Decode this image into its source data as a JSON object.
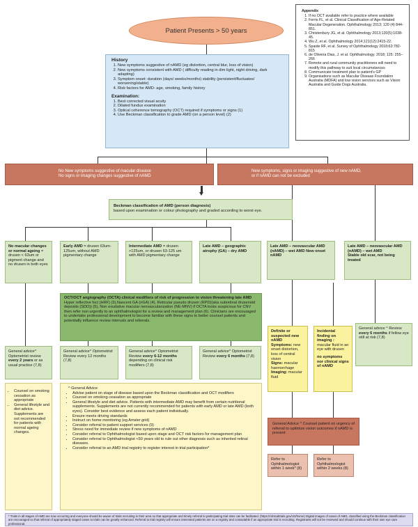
{
  "colors": {
    "orange_oval": "#f3b08c",
    "light_blue": "#d6e8f5",
    "salmon": "#c7765f",
    "light_green": "#d8e7c5",
    "green": "#8ab86c",
    "yellow": "#fbf3a0",
    "light_yellow": "#fdf6c9",
    "lavender": "#dcdaf0"
  },
  "start": {
    "label": "Patient Presents > 50 years"
  },
  "appendix": {
    "title": "Appendix",
    "items": [
      "If no OCT available refer to practice where available",
      "Ferris FL, et al. Clinical Classification of Age-Related Macular Degeneration. Ophthalmology 2013; 120 (4) 844-851.",
      "Christenbury JG, et al. Ophthalmology 2013;120(5):1038-45.",
      "Wu Z, et al. Ophthalmology 2014;121(12):2415-22.",
      "Spaide RF, et al. Survey of Ophthalmology 2018;63:782-815",
      "de Oliveira Dias, J. et al. Ophthalmology. 2018; 125: 255–266",
      "Remote and rural community practitioners will need to modify this pathway to suit local circumstances",
      "Communicate treatment plan to patient's GP",
      "Organisations such as Macular Disease Foundation Australia (MDFA) and low vision services such as Vision Australia and Guide Dogs Australia."
    ]
  },
  "history": {
    "title": "History",
    "items": [
      "New symptoms suggestive of nAMD (eg distortion, central blur, loss of vision)",
      "New symptoms consistent with AMD ( difficulty reading in dim light, night driving, dark adapting)",
      "Symptom onset: duration (days/ weeks/months) stability (persistent/fluctuates/ worsening/stable)",
      "Risk factors for AMD- age, smoking, family history"
    ],
    "exam_title": "Examination:",
    "exam_items": [
      "Best corrected visual acuity",
      "Dilated fundus examination",
      "Optical coherence tomography (OCT) required if symptoms or signs (1)",
      "Use Beckman classification to grade AMD (on a person level) (2)"
    ]
  },
  "branch_left": {
    "line1": "No New symptoms suggestive of macular disease",
    "line2": "No signs or imaging changes suggestive of nAMD"
  },
  "branch_right": {
    "line1": "New symptoms, signs or imaging suggestive of new nAMD,",
    "line2": "or if nAMD can not be excluded"
  },
  "beckman": {
    "title": "Beckman classification of AMD (person diagnosis)",
    "text": "based upon examination or colour photography and graded according to worst eye."
  },
  "stages": {
    "no_macular": {
      "title": "No macular changes or normal ageing",
      "text": " = drusen < 63um or pigment change and no drusen in both eyes"
    },
    "early": {
      "title": "Early AMD",
      "text": " = drusen 63um-125um, without AMD pigmentary change"
    },
    "intermediate": {
      "title": "Intermediate AMD",
      "text": " = drusen >125um, or drusen 63-125 um with AMD pigmentary change"
    },
    "late_ga": {
      "title": "Late AMD – geographic atrophy (GA) – dry AMD"
    },
    "late_wet_new": {
      "title": "Late AMD – neovascular AMD (nAMD) – wet AMD New onset nAMD"
    },
    "late_wet_stable": {
      "title": "Late AMD – neovascular AMD (nAMD) – wet AMD",
      "subtitle": "Stable old scar, not being treated"
    }
  },
  "octa": {
    "title": "OCT/OCT angiography (OCTA) clinical modifiers of risk of progression to vision threatening late AMD",
    "text": "Hyper reflective foci (HRF) (3),Nascent GA (nGA) (4), Reticular pseudo drusen (RPD)(aka subretinal drusenoid deposits (SDD)) (5), Non exudative macular neovascularization (NE-MNV) if OCTA looks suspicious for CNV then refer non urgently to an ophthalmologist for a review and management plan (6). Clinicians are encouraged to undertake professional development to become familiar with these signs to better counsel patients and potentially influence review intervals and referrals."
  },
  "advice_boxes": {
    "a1": {
      "pre": "General advice^ Optometrist review ",
      "bold": "every 2 years",
      "post": " or as usual practice (7,8)"
    },
    "a2": {
      "pre": "General advice^ Optometrist Review every 12 months (7,8)",
      "bold": "",
      "post": ""
    },
    "a3": {
      "pre": "General advice^ Optometrist Review ",
      "bold": "every 6-12 months",
      "post": " depending on clinical risk modifiers (7,8)"
    },
    "a4": {
      "pre": "General advice^ Optometrist Review ",
      "bold": "every 6 months",
      "post": " (7,8)"
    },
    "a5": {
      "pre": "General advice ^ Review ",
      "bold": "every 6 months",
      "post": " if fellow eye still at risk (7,8)"
    }
  },
  "counsel_list": [
    "Counsel on smoking cessation as appropriate",
    "General lifestyle and diet advice. Supplements are not recommended for patients with normal ageing changes."
  ],
  "general_advice": {
    "title": "^ General Advice",
    "items": [
      "Advise patient on stage of disease based upon the Beckman classification and OCT modifiers",
      "Counsel on smoking ceasation as appropriate",
      "General lifestyle and diet advice. Patients with intermediate AMD may benefit from certain nutritional supplements. Supplements are not currently recommended for patients with early AMD or late AMD (both eyes). Consider best evidence and assess each patient individually.",
      "Ensure meets driving standards",
      "Instruct on home monitoring (eg Amsler grid)",
      "Consider referral to patient support services (9)",
      "Stress need for immediate review if new symptoms of nAMD",
      "Consider referral to Ophthalmologist based upon stage and OCT risk factors for management plan",
      "Consider referral to Ophthalmologist <50 years old to rule out other diagnosis such as inherited retinal diseases.",
      "Consider referral to an AMD trial registry to register interest in trial participation*"
    ]
  },
  "definite": {
    "title": "Definite or suspected new nAMD",
    "symptoms_label": "Symptoms:",
    "symptoms": " new onset distortion, loss of central vision",
    "signs_label": "Signs:",
    "signs": " macular haemorrhage",
    "imaging_label": "Imaging:",
    "imaging": " macular fluid"
  },
  "incidental": {
    "title": "Incidental finding on imaging :",
    "text": " macular fluid in an eye with drusen",
    "no_symptoms": "no symptoms nor clinical signs of nAMD"
  },
  "urgency": {
    "text": "General Advice ^ Counsel patient on urgency of referral to optimize vision outcomes if nAMD is present"
  },
  "refer1": {
    "text": "Refer to Ophthalmologist within 1 week* (8)"
  },
  "refer2": {
    "text": "Refer to Ophthalmologist within 2 weeks (8)"
  },
  "footnote": {
    "text": "* Trials in all stages of AMD are now occurring and everyone should be aware of trials recruiting in their area so that appropriate and timely referral to participating trial sites can be facilitated. (https://clinicaltrials.gov/ct2/home) Digital images of cases of AMD, classified using the Beckman classification are encouraged so that referral of appropriately staged cases to trials can be greatly enhanced. Referral to trial registry will ensure interested patients are on a registry and contactable if an appropriate trial is recruiting. Registrants will not be reviewed and should continue with their own eye care professional."
  }
}
